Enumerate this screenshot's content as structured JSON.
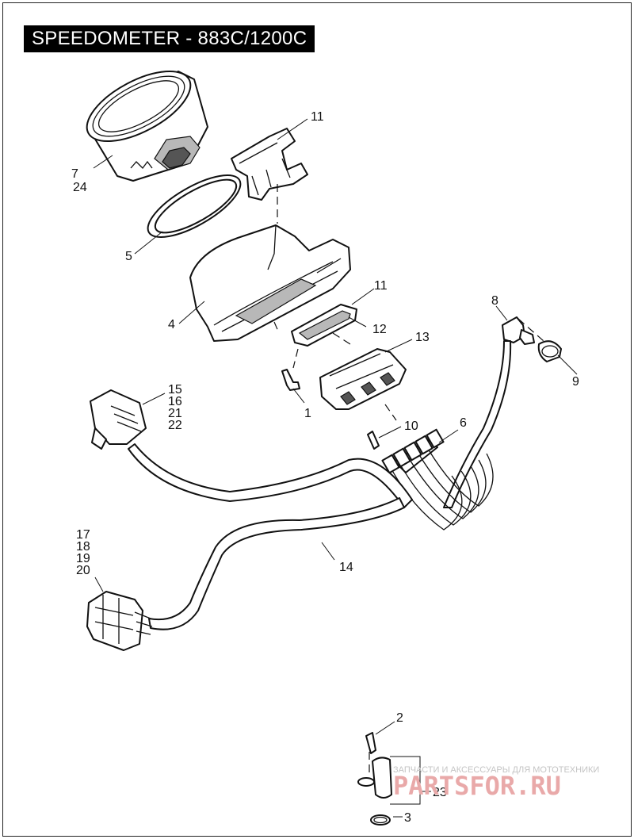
{
  "title": "SPEEDOMETER - 883C/1200C",
  "callouts": {
    "c1": "1",
    "c2": "2",
    "c3": "3",
    "c4": "4",
    "c5": "5",
    "c6": "6",
    "c7": "7",
    "c24": "24",
    "c8": "8",
    "c9": "9",
    "c10": "10",
    "c11a": "11",
    "c11b": "11",
    "c12": "12",
    "c13": "13",
    "c14": "14",
    "c15": "15",
    "c16": "16",
    "c21": "21",
    "c22": "22",
    "c17": "17",
    "c18": "18",
    "c19": "19",
    "c20": "20",
    "c23": "23"
  },
  "watermark": {
    "line1": "ЗАПЧАСТИ И АКСЕССУАРЫ ДЛЯ МОТОТЕХНИКИ",
    "line2": "PARTSFOR.RU"
  }
}
